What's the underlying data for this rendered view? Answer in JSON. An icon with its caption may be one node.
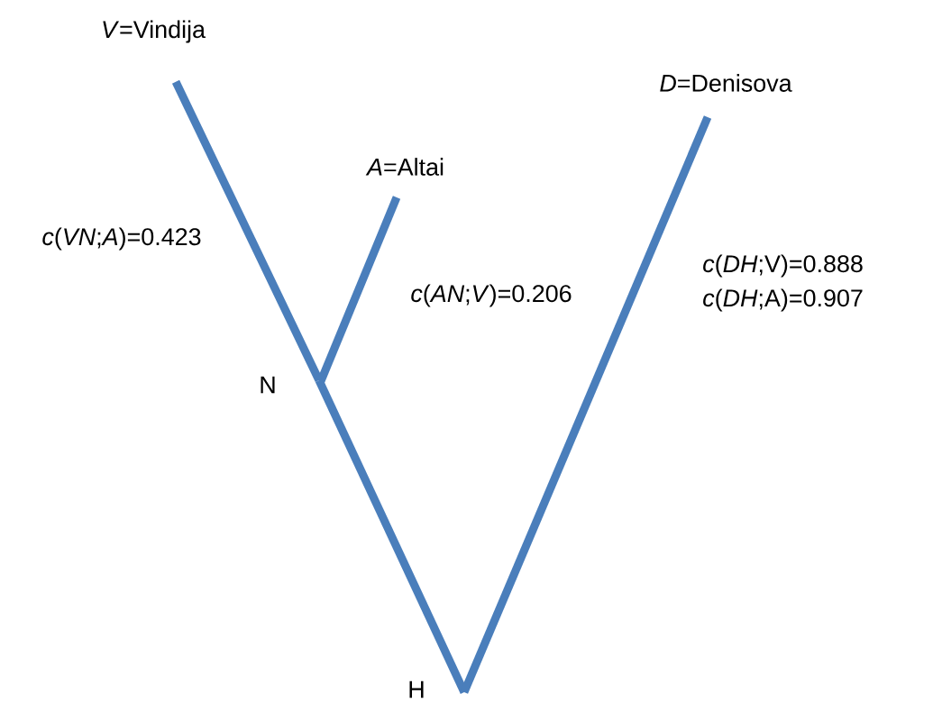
{
  "diagram": {
    "nodes": [
      {
        "text": [
          "*V*=Vindija"
        ]
      },
      {
        "text": [
          "*A*=Altai"
        ]
      },
      {
        "text": [
          "*D*=Denisova"
        ]
      },
      {
        "text": [
          "N"
        ]
      },
      {
        "text": [
          "H"
        ]
      }
    ],
    "edges": [
      {
        "from": 0,
        "to": 3,
        "arrow": "none"
      },
      {
        "from": 1,
        "to": 3,
        "arrow": "none"
      },
      {
        "from": 3,
        "to": 4,
        "arrow": "none"
      },
      {
        "from": 2,
        "to": 4,
        "arrow": "none"
      }
    ],
    "labels": [
      "*c*(*VN*;*A*)=0.423",
      "*c*(*AN*;*V*)=0.206",
      "*c*(*DH*;V)=0.888",
      "*c*(*DH*;A)=0.907"
    ]
  }
}
